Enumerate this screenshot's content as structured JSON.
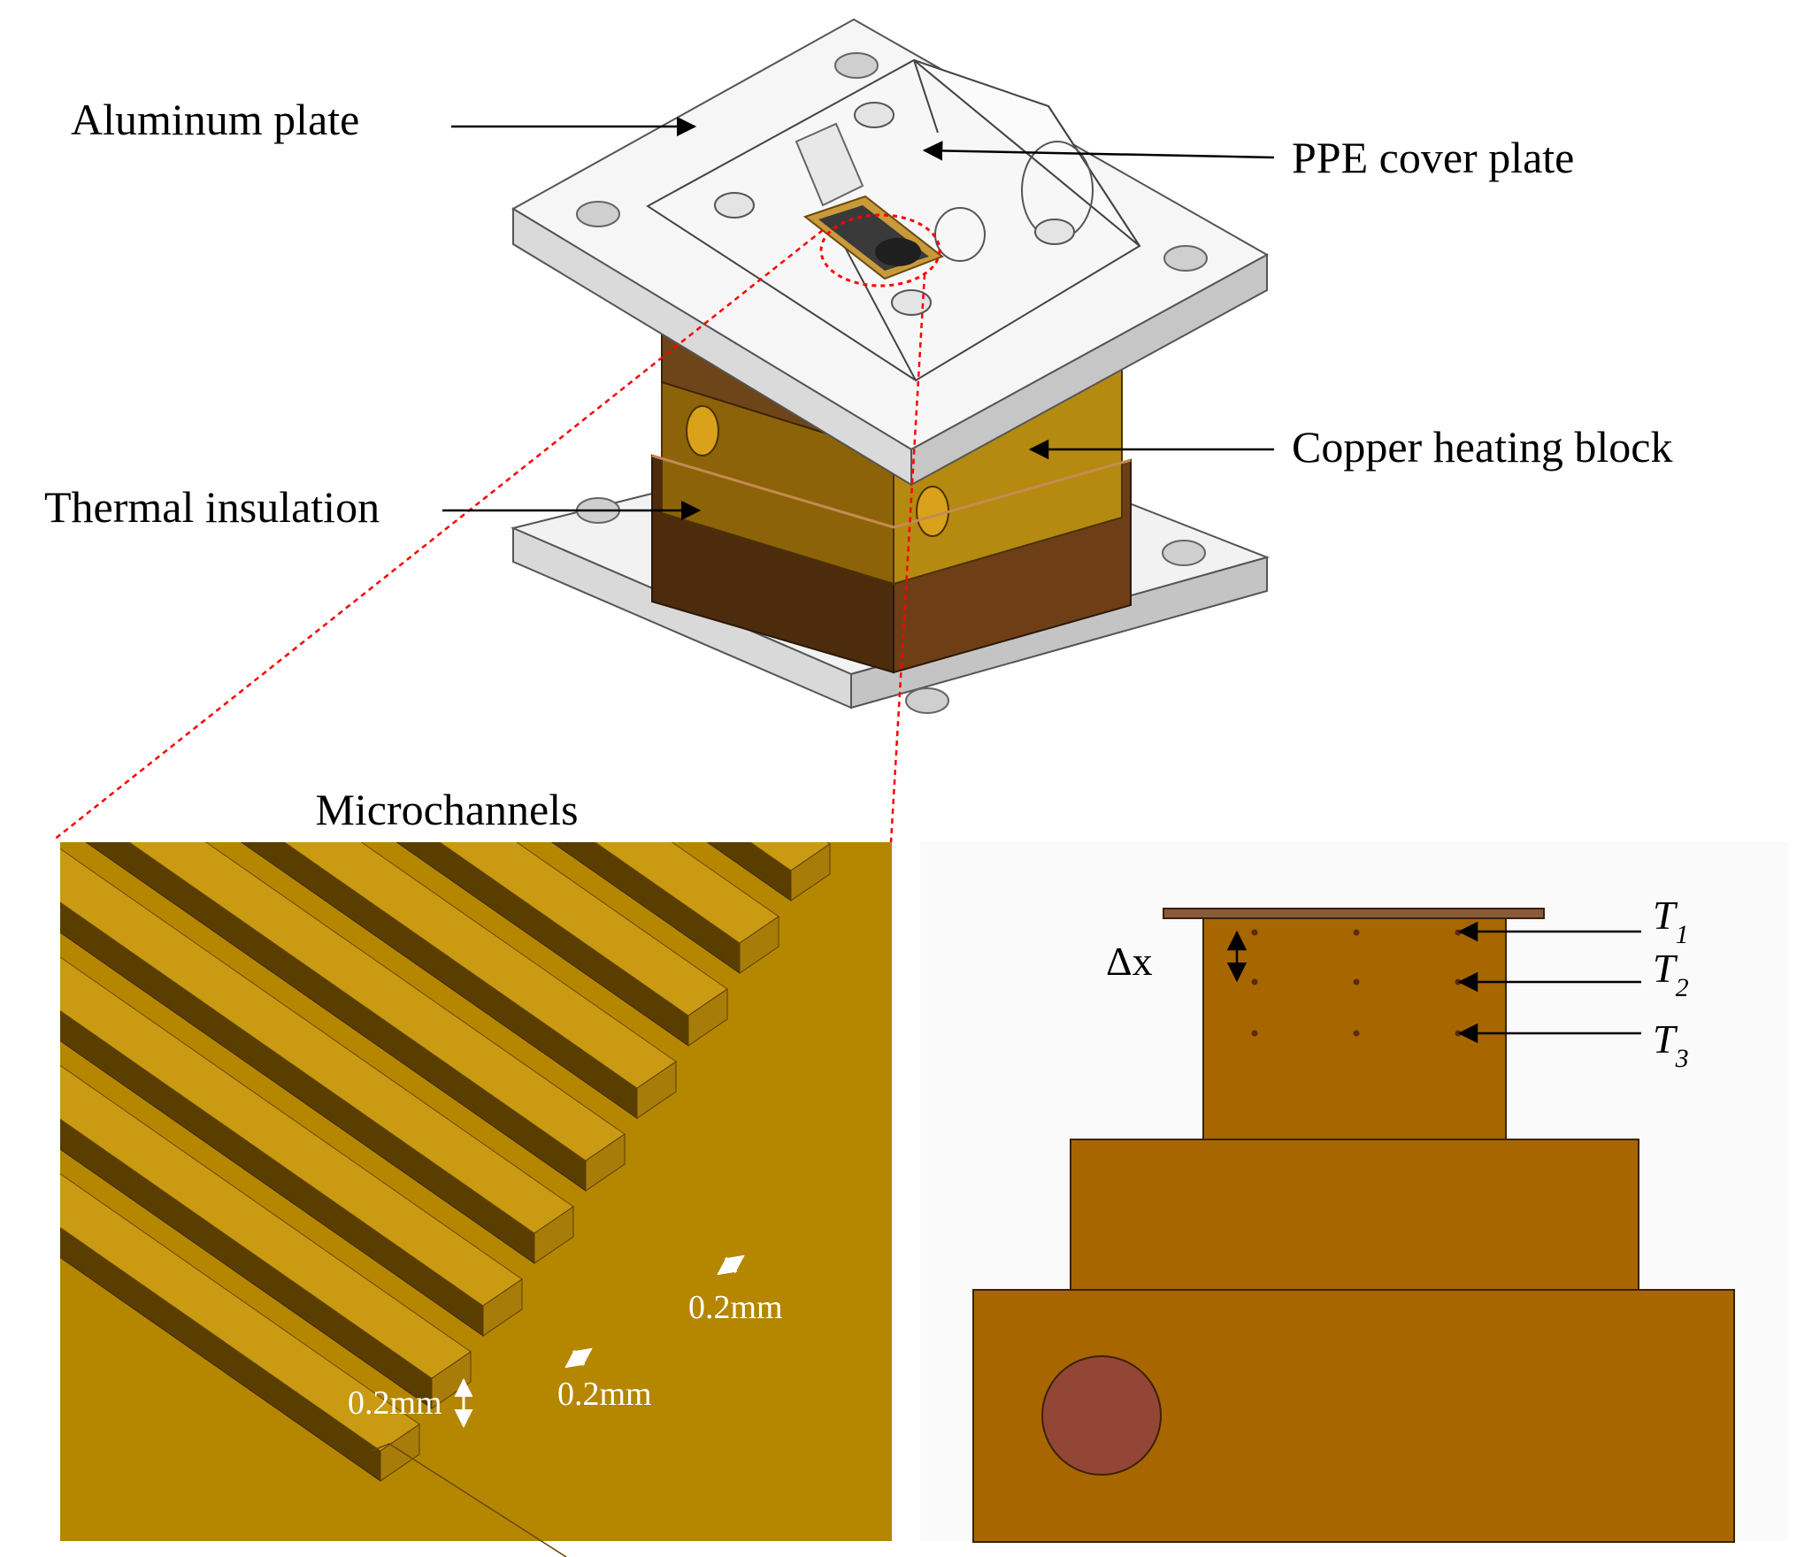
{
  "labels": {
    "aluminum_plate": "Aluminum plate",
    "ppe_cover_plate": "PPE cover plate",
    "copper_heating_block": "Copper heating block",
    "thermal_insulation": "Thermal insulation",
    "microchannels": "Microchannels"
  },
  "dimensions": {
    "channel_width": "0.2mm",
    "fin_width": "0.2mm",
    "channel_depth": "0.2mm"
  },
  "thermocouples": {
    "delta_x": "Δx",
    "t1": "T",
    "t1_sub": "1",
    "t2": "T",
    "t2_sub": "2",
    "t3": "T",
    "t3_sub": "3"
  },
  "colors": {
    "aluminum": "#e8e8e8",
    "copper": "#b8860b",
    "insulation": "#7a4a1f",
    "microchannel_bg": "#b58600",
    "section_copper": "#a86600",
    "heater_hole": "#934536",
    "leader_red": "#ff0000"
  }
}
